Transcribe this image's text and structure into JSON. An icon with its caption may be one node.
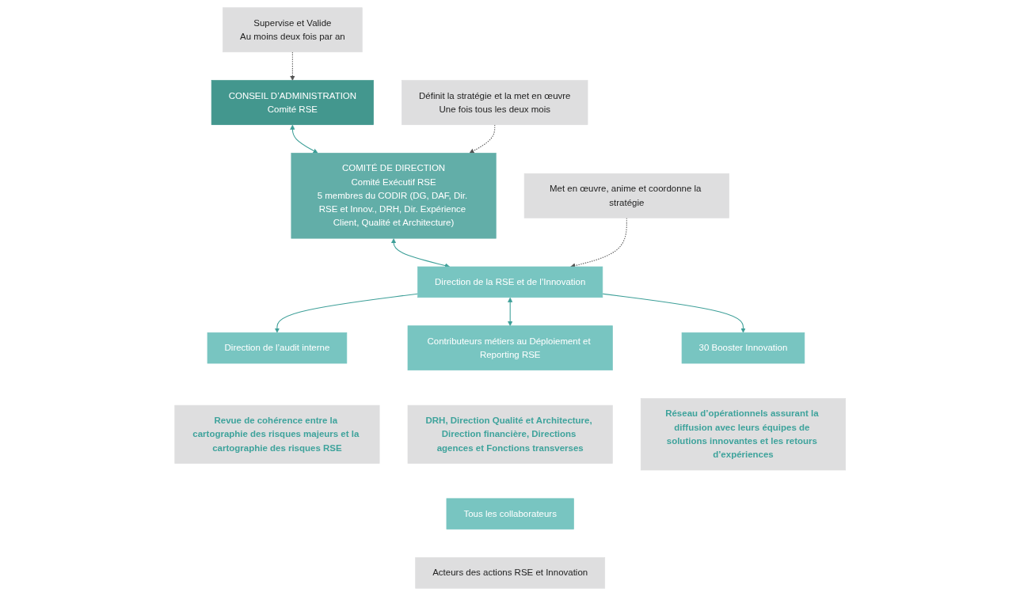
{
  "diagram": {
    "nodes": [
      {
        "text": [
          "CONSEIL D’ADMINISTRATION",
          "Comité RSE"
        ]
      },
      {
        "text": [
          "Supervise et Valide",
          "Au moins deux fois par an"
        ]
      },
      {
        "text": [
          "COMITÉ DE DIRECTION",
          "Comité Exécutif RSE",
          "5 membres du CODIR (DG, DAF, Dir. RSE et Innov., DRH, Dir. Expérience Client, Qualité et Architecture)"
        ]
      },
      {
        "text": [
          "Définit la stratégie et la met en œuvre",
          "Une fois tous les deux mois"
        ]
      },
      {
        "text": [
          "Direction de la RSE et de l’Innovation"
        ]
      },
      {
        "text": [
          "Met en œuvre, anime et coordonne la stratégie"
        ]
      },
      {
        "text": [
          "Direction de l’audit interne"
        ]
      },
      {
        "text": [
          "Contributeurs métiers au Déploiement et Reporting RSE"
        ]
      },
      {
        "text": [
          "30 Booster Innovation"
        ]
      },
      {
        "text": [
          "Revue de cohérence entre la cartographie des risques majeurs et la cartographie des risques RSE"
        ]
      },
      {
        "text": [
          "DRH, Direction Qualité et Architecture, Direction financière, Directions agences et Fonctions transverses"
        ]
      },
      {
        "text": [
          "Réseau d’opérationnels assurant la diffusion avec leurs équipes de solutions innovantes et les retours d’expériences"
        ]
      },
      {
        "text": [
          "Tous les collaborateurs"
        ]
      },
      {
        "text": [
          "Acteurs des actions RSE et Innovation"
        ]
      }
    ],
    "edges": [
      {
        "from": 1,
        "to": 0,
        "arrow": "to",
        "style": "dashed",
        "color": "#555555"
      },
      {
        "from": 0,
        "to": 2,
        "arrow": "both"
      },
      {
        "from": 3,
        "to": 2,
        "arrow": "to",
        "style": "dashed",
        "color": "#555555"
      },
      {
        "from": 2,
        "to": 4,
        "arrow": "both"
      },
      {
        "from": 5,
        "to": 4,
        "arrow": "to",
        "style": "dashed",
        "color": "#555555"
      },
      {
        "from": 4,
        "to": 6,
        "arrow": "to"
      },
      {
        "from": 4,
        "to": 7,
        "arrow": "both"
      },
      {
        "from": 4,
        "to": 8,
        "arrow": "to"
      }
    ]
  }
}
